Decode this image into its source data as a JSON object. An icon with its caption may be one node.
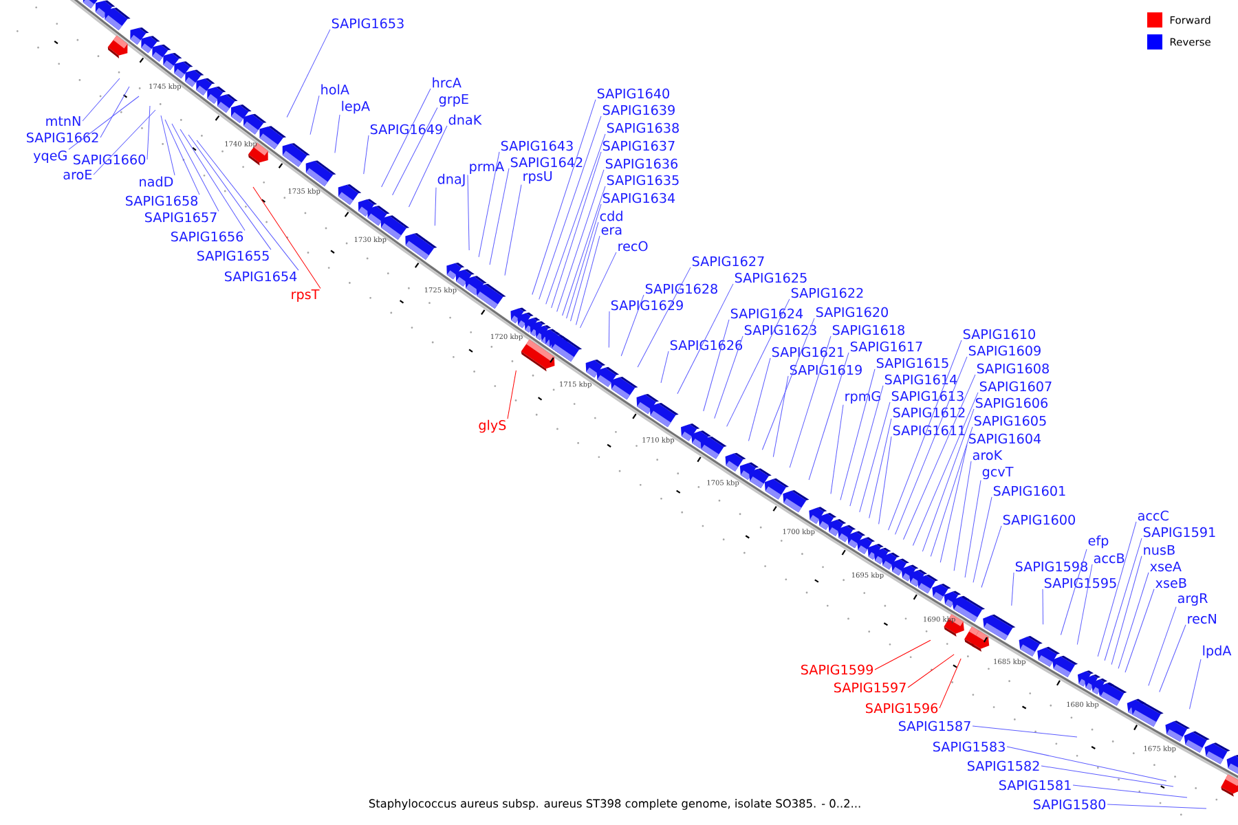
{
  "diagram": {
    "caption": "Staphylococcus aureus subsp. aureus ST398 complete genome, isolate SO385. - 0..2...",
    "nodes": [
      {
        "text": [
          "mtnN"
        ]
      },
      {
        "text": [
          "SAPIG1662"
        ]
      },
      {
        "text": [
          "yqeG"
        ]
      },
      {
        "text": [
          "SAPIG1660"
        ]
      },
      {
        "text": [
          "aroE"
        ]
      },
      {
        "text": [
          "nadD"
        ]
      },
      {
        "text": [
          "SAPIG1658"
        ]
      },
      {
        "text": [
          "SAPIG1657"
        ]
      },
      {
        "text": [
          "SAPIG1656"
        ]
      },
      {
        "text": [
          "SAPIG1655"
        ]
      },
      {
        "text": [
          "SAPIG1654"
        ]
      },
      {
        "text": [
          "rpsT"
        ]
      },
      {
        "text": [
          "SAPIG1653"
        ]
      },
      {
        "text": [
          "holA"
        ]
      },
      {
        "text": [
          "lepA"
        ]
      },
      {
        "text": [
          "SAPIG1649"
        ]
      },
      {
        "text": [
          "hrcA"
        ]
      },
      {
        "text": [
          "grpE"
        ]
      },
      {
        "text": [
          "dnaK"
        ]
      },
      {
        "text": [
          "dnaJ"
        ]
      },
      {
        "text": [
          "prmA"
        ]
      },
      {
        "text": [
          "SAPIG1643"
        ]
      },
      {
        "text": [
          "SAPIG1642"
        ]
      },
      {
        "text": [
          "rpsU"
        ]
      },
      {
        "text": [
          "SAPIG1640"
        ]
      },
      {
        "text": [
          "SAPIG1639"
        ]
      },
      {
        "text": [
          "SAPIG1638"
        ]
      },
      {
        "text": [
          "SAPIG1637"
        ]
      },
      {
        "text": [
          "SAPIG1636"
        ]
      },
      {
        "text": [
          "SAPIG1635"
        ]
      },
      {
        "text": [
          "SAPIG1634"
        ]
      },
      {
        "text": [
          "cdd"
        ]
      },
      {
        "text": [
          "era"
        ]
      },
      {
        "text": [
          "recO"
        ]
      },
      {
        "text": [
          "glyS"
        ]
      },
      {
        "text": [
          "SAPIG1629"
        ]
      },
      {
        "text": [
          "SAPIG1628"
        ]
      },
      {
        "text": [
          "SAPIG1627"
        ]
      },
      {
        "text": [
          "SAPIG1626"
        ]
      },
      {
        "text": [
          "SAPIG1625"
        ]
      },
      {
        "text": [
          "SAPIG1624"
        ]
      },
      {
        "text": [
          "SAPIG1623"
        ]
      },
      {
        "text": [
          "SAPIG1622"
        ]
      },
      {
        "text": [
          "SAPIG1621"
        ]
      },
      {
        "text": [
          "SAPIG1620"
        ]
      },
      {
        "text": [
          "SAPIG1619"
        ]
      },
      {
        "text": [
          "SAPIG1618"
        ]
      },
      {
        "text": [
          "SAPIG1617"
        ]
      },
      {
        "text": [
          "rpmG"
        ]
      },
      {
        "text": [
          "SAPIG1615"
        ]
      },
      {
        "text": [
          "SAPIG1614"
        ]
      },
      {
        "text": [
          "SAPIG1613"
        ]
      },
      {
        "text": [
          "SAPIG1612"
        ]
      },
      {
        "text": [
          "SAPIG1611"
        ]
      },
      {
        "text": [
          "SAPIG1610"
        ]
      },
      {
        "text": [
          "SAPIG1609"
        ]
      },
      {
        "text": [
          "SAPIG1608"
        ]
      },
      {
        "text": [
          "SAPIG1607"
        ]
      },
      {
        "text": [
          "SAPIG1606"
        ]
      },
      {
        "text": [
          "SAPIG1605"
        ]
      },
      {
        "text": [
          "SAPIG1604"
        ]
      },
      {
        "text": [
          "aroK"
        ]
      },
      {
        "text": [
          "gcvT"
        ]
      },
      {
        "text": [
          "SAPIG1601"
        ]
      },
      {
        "text": [
          "SAPIG1600"
        ]
      },
      {
        "text": [
          "SAPIG1598"
        ]
      },
      {
        "text": [
          "SAPIG1595"
        ]
      },
      {
        "text": [
          "efp"
        ]
      },
      {
        "text": [
          "accB"
        ]
      },
      {
        "text": [
          "accC"
        ]
      },
      {
        "text": [
          "SAPIG1591"
        ]
      },
      {
        "text": [
          "nusB"
        ]
      },
      {
        "text": [
          "xseA"
        ]
      },
      {
        "text": [
          "xseB"
        ]
      },
      {
        "text": [
          "argR"
        ]
      },
      {
        "text": [
          "recN"
        ]
      },
      {
        "text": [
          "lpdA"
        ]
      },
      {
        "text": [
          "SAPIG1599"
        ]
      },
      {
        "text": [
          "SAPIG1597"
        ]
      },
      {
        "text": [
          "SAPIG1596"
        ]
      },
      {
        "text": [
          "SAPIG1587"
        ]
      },
      {
        "text": [
          "SAPIG1583"
        ]
      },
      {
        "text": [
          "SAPIG1582"
        ]
      },
      {
        "text": [
          "SAPIG1581"
        ]
      },
      {
        "text": [
          "SAPIG1580"
        ]
      }
    ],
    "edges": [
      {
        "from": 0,
        "to": null,
        "arrow": "none"
      },
      {
        "from": 1,
        "to": null,
        "arrow": "none"
      },
      {
        "from": 2,
        "to": null,
        "arrow": "none"
      },
      {
        "from": 3,
        "to": null,
        "arrow": "none"
      },
      {
        "from": 4,
        "to": null,
        "arrow": "none"
      },
      {
        "from": 5,
        "to": null,
        "arrow": "none"
      },
      {
        "from": 6,
        "to": null,
        "arrow": "none"
      },
      {
        "from": 7,
        "to": null,
        "arrow": "none"
      },
      {
        "from": 8,
        "to": null,
        "arrow": "none"
      },
      {
        "from": 9,
        "to": null,
        "arrow": "none"
      },
      {
        "from": 10,
        "to": null,
        "arrow": "none"
      },
      {
        "from": 11,
        "to": null,
        "arrow": "none",
        "color": "#ff0000"
      },
      {
        "from": 12,
        "to": null,
        "arrow": "none"
      },
      {
        "from": 13,
        "to": null,
        "arrow": "none"
      },
      {
        "from": 14,
        "to": null,
        "arrow": "none"
      },
      {
        "from": 15,
        "to": null,
        "arrow": "none"
      },
      {
        "from": 16,
        "to": null,
        "arrow": "none"
      },
      {
        "from": 17,
        "to": null,
        "arrow": "none"
      },
      {
        "from": 18,
        "to": null,
        "arrow": "none"
      },
      {
        "from": 19,
        "to": null,
        "arrow": "none"
      },
      {
        "from": 20,
        "to": null,
        "arrow": "none"
      },
      {
        "from": 21,
        "to": null,
        "arrow": "none"
      },
      {
        "from": 22,
        "to": null,
        "arrow": "none"
      },
      {
        "from": 23,
        "to": null,
        "arrow": "none"
      },
      {
        "from": 24,
        "to": null,
        "arrow": "none"
      },
      {
        "from": 25,
        "to": null,
        "arrow": "none"
      },
      {
        "from": 26,
        "to": null,
        "arrow": "none"
      },
      {
        "from": 27,
        "to": null,
        "arrow": "none"
      },
      {
        "from": 28,
        "to": null,
        "arrow": "none"
      },
      {
        "from": 29,
        "to": null,
        "arrow": "none"
      },
      {
        "from": 30,
        "to": null,
        "arrow": "none"
      },
      {
        "from": 31,
        "to": null,
        "arrow": "none"
      },
      {
        "from": 32,
        "to": null,
        "arrow": "none"
      },
      {
        "from": 33,
        "to": null,
        "arrow": "none"
      },
      {
        "from": 34,
        "to": null,
        "arrow": "none",
        "color": "#ff0000"
      },
      {
        "from": 35,
        "to": null,
        "arrow": "none"
      },
      {
        "from": 36,
        "to": null,
        "arrow": "none"
      },
      {
        "from": 37,
        "to": null,
        "arrow": "none"
      },
      {
        "from": 38,
        "to": null,
        "arrow": "none"
      },
      {
        "from": 39,
        "to": null,
        "arrow": "none"
      },
      {
        "from": 40,
        "to": null,
        "arrow": "none"
      },
      {
        "from": 41,
        "to": null,
        "arrow": "none"
      },
      {
        "from": 42,
        "to": null,
        "arrow": "none"
      },
      {
        "from": 43,
        "to": null,
        "arrow": "none"
      },
      {
        "from": 44,
        "to": null,
        "arrow": "none"
      },
      {
        "from": 45,
        "to": null,
        "arrow": "none"
      },
      {
        "from": 46,
        "to": null,
        "arrow": "none"
      },
      {
        "from": 47,
        "to": null,
        "arrow": "none"
      },
      {
        "from": 48,
        "to": null,
        "arrow": "none"
      },
      {
        "from": 49,
        "to": null,
        "arrow": "none"
      },
      {
        "from": 50,
        "to": null,
        "arrow": "none"
      },
      {
        "from": 51,
        "to": null,
        "arrow": "none"
      },
      {
        "from": 52,
        "to": null,
        "arrow": "none"
      },
      {
        "from": 53,
        "to": null,
        "arrow": "none"
      },
      {
        "from": 54,
        "to": null,
        "arrow": "none"
      },
      {
        "from": 55,
        "to": null,
        "arrow": "none"
      },
      {
        "from": 56,
        "to": null,
        "arrow": "none"
      },
      {
        "from": 57,
        "to": null,
        "arrow": "none"
      },
      {
        "from": 58,
        "to": null,
        "arrow": "none"
      },
      {
        "from": 59,
        "to": null,
        "arrow": "none"
      },
      {
        "from": 60,
        "to": null,
        "arrow": "none"
      },
      {
        "from": 61,
        "to": null,
        "arrow": "none"
      },
      {
        "from": 62,
        "to": null,
        "arrow": "none"
      },
      {
        "from": 63,
        "to": null,
        "arrow": "none"
      },
      {
        "from": 64,
        "to": null,
        "arrow": "none"
      },
      {
        "from": 65,
        "to": null,
        "arrow": "none"
      },
      {
        "from": 66,
        "to": null,
        "arrow": "none"
      },
      {
        "from": 67,
        "to": null,
        "arrow": "none"
      },
      {
        "from": 68,
        "to": null,
        "arrow": "none"
      },
      {
        "from": 69,
        "to": null,
        "arrow": "none"
      },
      {
        "from": 70,
        "to": null,
        "arrow": "none"
      },
      {
        "from": 71,
        "to": null,
        "arrow": "none"
      },
      {
        "from": 72,
        "to": null,
        "arrow": "none"
      },
      {
        "from": 73,
        "to": null,
        "arrow": "none"
      },
      {
        "from": 74,
        "to": null,
        "arrow": "none"
      },
      {
        "from": 75,
        "to": null,
        "arrow": "none"
      },
      {
        "from": 76,
        "to": null,
        "arrow": "none"
      },
      {
        "from": 77,
        "to": null,
        "arrow": "none",
        "color": "#ff0000"
      },
      {
        "from": 78,
        "to": null,
        "arrow": "none",
        "color": "#ff0000"
      },
      {
        "from": 79,
        "to": null,
        "arrow": "none",
        "color": "#ff0000"
      },
      {
        "from": 80,
        "to": null,
        "arrow": "none"
      },
      {
        "from": 81,
        "to": null,
        "arrow": "none"
      },
      {
        "from": 82,
        "to": null,
        "arrow": "none"
      },
      {
        "from": 83,
        "to": null,
        "arrow": "none"
      },
      {
        "from": 84,
        "to": null,
        "arrow": "none"
      }
    ],
    "labels": [
      "1745 kbp",
      "1740 kbp",
      "1735 kbp",
      "1730 kbp",
      "1725 kbp",
      "1720 kbp",
      "1715 kbp",
      "1710 kbp",
      "1705 kbp",
      "1700 kbp",
      "1695 kbp",
      "1690 kbp",
      "1685 kbp",
      "1680 kbp",
      "1675 kbp"
    ],
    "legend": [
      {
        "text": "Forward",
        "color": "#ff0000"
      },
      {
        "text": "Reverse",
        "color": "#0000ff"
      }
    ]
  }
}
